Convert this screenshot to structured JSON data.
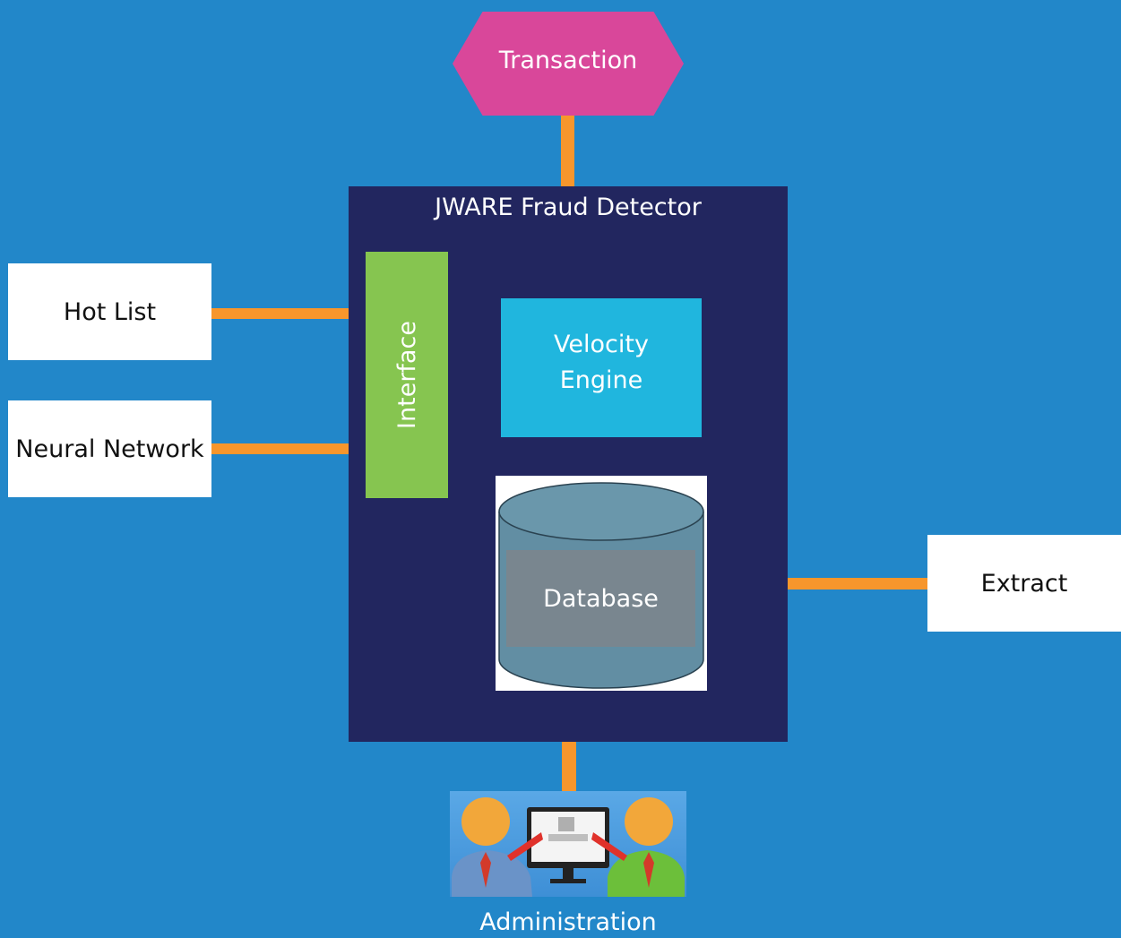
{
  "diagram": {
    "transaction": "Transaction",
    "system_title": "JWARE Fraud Detector",
    "interface": "Interface",
    "velocity_line1": "Velocity",
    "velocity_line2": "Engine",
    "database": "Database",
    "hot_list": "Hot List",
    "neural_network": "Neural Network",
    "extract": "Extract",
    "administration": "Administration"
  },
  "colors": {
    "background": "#2287c9",
    "connector": "#f7962c",
    "transaction": "#d9479a",
    "system": "#22265f",
    "interface": "#86c550",
    "velocity": "#20b6de",
    "database": "#628ea3"
  }
}
